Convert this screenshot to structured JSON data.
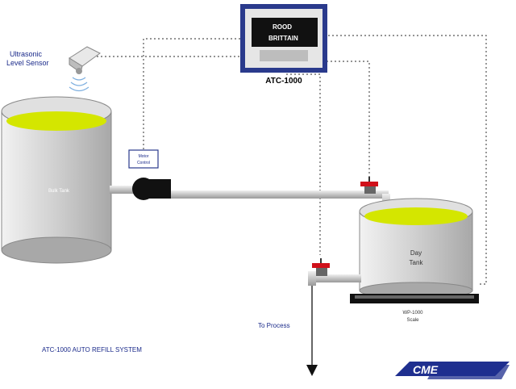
{
  "controller": {
    "label": "ATC-1000",
    "display_line1": "ROOD",
    "display_line2": "BRITTAIN"
  },
  "sensor": {
    "label_line1": "Ultrasonic",
    "label_line2": "Level Sensor"
  },
  "bulk_tank": {
    "label": "Bulk Tank"
  },
  "motor_control": {
    "label_line1": "Motor",
    "label_line2": "Control"
  },
  "day_tank": {
    "label_line1": "Day",
    "label_line2": "Tank"
  },
  "scale": {
    "label_line1": "WP-1000",
    "label_line2": "Scale"
  },
  "process": {
    "label": "To Process"
  },
  "caption": "ATC-1000 AUTO REFILL SYSTEM",
  "logo": {
    "text": "CME"
  },
  "colors": {
    "liquid": "#d4e600",
    "tank_body": "#dcdcdc",
    "pipe": "#c8c8c8",
    "valve": "#d0101a",
    "controller_frame": "#2a3a8c",
    "logo": "#1f2f8f"
  }
}
